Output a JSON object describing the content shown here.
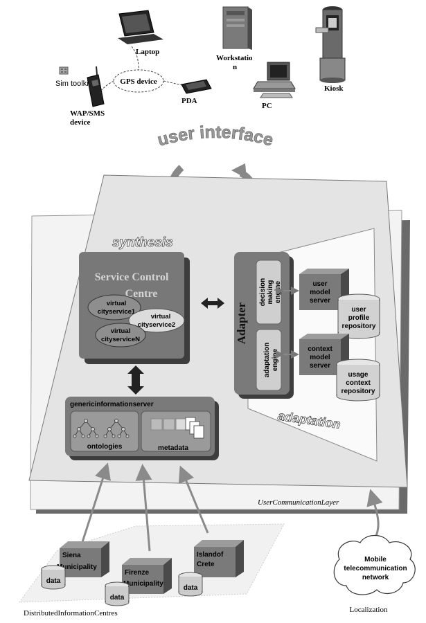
{
  "devices": {
    "laptop": "Laptop",
    "workstation_l1": "Workstatio",
    "workstation_l2": "n",
    "kiosk": "Kiosk",
    "sim_toolkit": "Sim toolkit",
    "gps": "GPS device",
    "pda": "PDA",
    "pc": "PC",
    "wap_l1": "WAP/SMS",
    "wap_l2": "device"
  },
  "user_interface": "user interface",
  "synthesis": "synthesis",
  "scc": {
    "title_l1": "Service Control",
    "title_l2": "Centre",
    "vc1_l1": "virtual",
    "vc1_l2": "cityservice1",
    "vc2_l1": "virtual",
    "vc2_l2": "cityservice2",
    "vcn_l1": "virtual",
    "vcn_l2": "cityserviceN"
  },
  "adapter": {
    "title": "Adapter",
    "decision_l1": "decision",
    "decision_l2": "making",
    "decision_l3": "engine",
    "adaptation_l1": "adaptation",
    "adaptation_l2": "engine"
  },
  "servers": {
    "user_model_l1": "user",
    "user_model_l2": "model",
    "user_model_l3": "server",
    "user_profile_l1": "user",
    "user_profile_l2": "profile",
    "user_profile_l3": "repository",
    "context_model_l1": "context",
    "context_model_l2": "model",
    "context_model_l3": "server",
    "usage_context_l1": "usage",
    "usage_context_l2": "context",
    "usage_context_l3": "repository"
  },
  "adaptation": "adaptation",
  "gis": {
    "title": "genericinformationserver",
    "ontologies": "ontologies",
    "metadata": "metadata"
  },
  "ucl": "UserCommunicationLayer",
  "municipalities": {
    "siena_l1": "Siena",
    "siena_l2": "Municipality",
    "firenze_l1": "Firenze",
    "firenze_l2": "Municipality",
    "crete_l1": "Islandof",
    "crete_l2": "Crete",
    "data": "data"
  },
  "mobile": {
    "l1": "Mobile",
    "l2": "telecommunication",
    "l3": "network"
  },
  "localization": "Localization",
  "dic": "DistributedInformationCentres",
  "colors": {
    "box": "#6e6e6e",
    "panel": "#8f8f8f",
    "plane": "#e2e2e2",
    "arrow": "#8a8a8a"
  }
}
